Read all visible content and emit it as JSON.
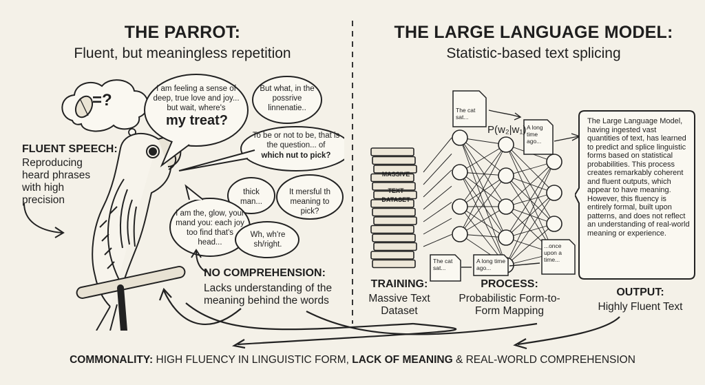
{
  "left": {
    "title": "THE PARROT:",
    "subtitle": "Fluent, but meaningless repetition",
    "thought_symbol": "=?",
    "bubbles": {
      "b1_text": "I am feeling a sense of deep, true love and joy... but wait, where's",
      "b1_emph": "my treat?",
      "b2": "But what, in the possrive linnenatie..",
      "b3_text": "To be or not to be, that is the question... of",
      "b3_emph": "which nut to pick?",
      "b4": "thick man...",
      "b5": "It mersful th meaning to pick?",
      "b6": "I am the, glow, your mand you: each joy too find that's head...",
      "b7": "Wh, wh're sh/right."
    },
    "fluent_title": "FLUENT SPEECH:",
    "fluent_desc": "Reproducing heard phrases with high precision",
    "nocomp_title": "NO COMPREHENSION:",
    "nocomp_desc": "Lacks understanding of the meaning behind the words"
  },
  "right": {
    "title": "THE LARGE LANGUAGE MODEL:",
    "subtitle": "Statistic-based text splicing",
    "formula": "P(w₂|w₁)",
    "docs": {
      "d1": "The cat sat...",
      "d2": "A long time ago...",
      "d3": "The cat sat...",
      "d4": "A long time ago...",
      "d5": "...once upon a time..."
    },
    "books": [
      "MASSIVE",
      "TEXT",
      "DATASET"
    ],
    "output_paragraph": "The Large Language Model, having ingested vast quantities of text, has learned to predict and splice linguistic forms based on statistical probabilities. This process creates remarkably coherent and fluent outputs, which appear to have meaning. However, this fluency is entirely formal, built upon patterns, and does not reflect an understanding of real-world meaning or experience.",
    "training_title": "TRAINING:",
    "training_desc": "Massive Text Dataset",
    "process_title": "PROCESS:",
    "process_desc": "Probabilistic Form-to-Form Mapping",
    "output_title": "OUTPUT:",
    "output_desc": "Highly Fluent Text"
  },
  "bottom": {
    "part1": "COMMONALITY:",
    "part2": " HIGH FLUENCY IN LINGUISTIC FORM, ",
    "part3": "LACK OF MEANING",
    "part4": " & REAL-WORLD COMPREHENSION"
  }
}
